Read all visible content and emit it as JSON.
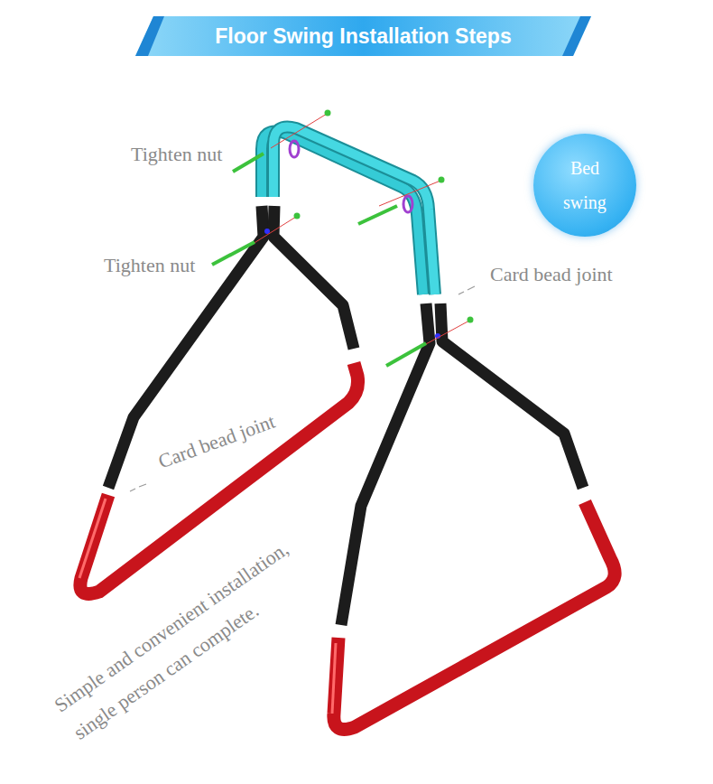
{
  "diagram": {
    "title": "Floor Swing Installation Steps",
    "nodes": [
      {
        "text": [
          "Bed swing"
        ]
      }
    ],
    "labels": [
      "Tighten nut",
      "Tighten nut",
      "Card bead joint",
      "Card bead joint",
      "Simple and convenient installation, single person can complete."
    ]
  }
}
